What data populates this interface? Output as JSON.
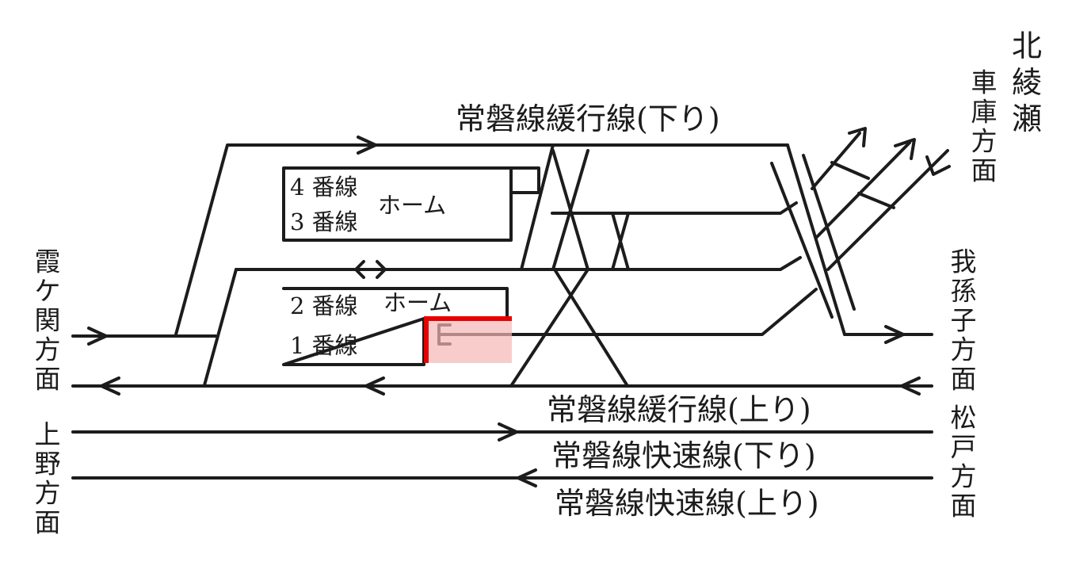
{
  "colors": {
    "ink": "#1c1c1c",
    "highlight": "#e80000",
    "highlight_fill": "#f7b6b6",
    "background": "#ffffff"
  },
  "lines": {
    "local_down": "常磐線緩行線(下り)",
    "local_up": "常磐線緩行線(上り)",
    "rapid_down": "常磐線快速線(下り)",
    "rapid_up": "常磐線快速線(上り)"
  },
  "directions": {
    "kasumigaseki": [
      "霞",
      "ケ",
      "関",
      "方",
      "面"
    ],
    "ueno": [
      "上",
      "野",
      "方",
      "面"
    ],
    "abiko": [
      "我",
      "孫",
      "子",
      "方",
      "面"
    ],
    "matsudo": [
      "松",
      "戸",
      "方",
      "面"
    ],
    "kitaayase_col1": [
      "北",
      "綾",
      "瀬"
    ],
    "kitaayase_col2": [
      "車",
      "庫",
      "方",
      "面"
    ]
  },
  "platforms": {
    "upper": {
      "track_a": "4 番線",
      "track_b": "3 番線",
      "label": "ホーム"
    },
    "lower": {
      "track_a": "2 番線",
      "track_b": "1 番線",
      "label": "ホーム"
    }
  },
  "icons": {
    "bidirectional": "double-arrow-icon",
    "direction": "arrowhead-icon"
  }
}
